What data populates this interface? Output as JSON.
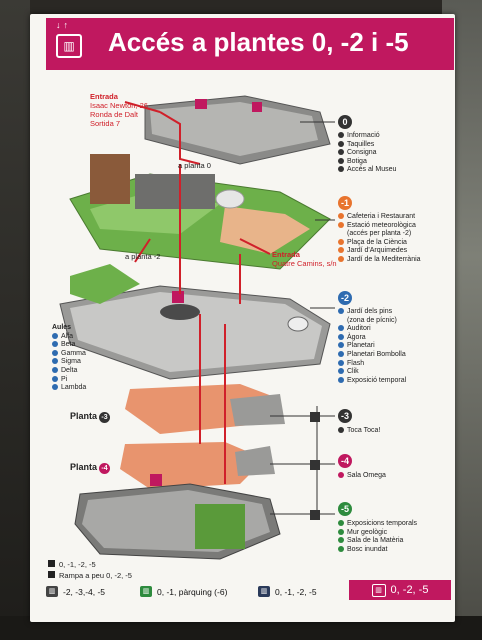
{
  "header": {
    "title": "Accés a plantes 0, -2 i -5",
    "top_icons": "↓↑",
    "lift_icon": "elevator-icon"
  },
  "map_labels": {
    "entrada_top_title": "Entrada",
    "entrada_top_address": [
      "Isaac Newton, 26",
      "Ronda de Dalt",
      "Sortida 7"
    ],
    "a_planta_0": "a planta 0",
    "a_planta_minus2": "a planta -2",
    "entrada_bottom_title": "Entrada",
    "entrada_bottom_address": "Quatre Camins, s/n",
    "aules_title": "Aules",
    "aules": [
      "Alfa",
      "Beta",
      "Gamma",
      "Sigma",
      "Delta",
      "Pi",
      "Lambda"
    ],
    "planta_minus3": "Planta",
    "planta_minus3_num": "-3",
    "planta_minus4": "Planta",
    "planta_minus4_num": "-4"
  },
  "levels": [
    {
      "badge": "0",
      "color": "#333333",
      "items": [
        "Informació",
        "Taquilles",
        "Consigna",
        "Botiga",
        "Accés al Museu"
      ]
    },
    {
      "badge": "-1",
      "color": "#e8742e",
      "items": [
        "Cafeteria i Restaurant",
        "Estació meteorològica",
        "(accés per planta -2)",
        "Plaça de la Ciència",
        "Jardí d'Arquimedes",
        "Jardí de la Mediterrània"
      ]
    },
    {
      "badge": "-2",
      "color": "#2e6bb0",
      "items": [
        "Jardí dels pins",
        "(zona de pícnic)",
        "Auditori",
        "Àgora",
        "Planetari",
        "Planetari Bombolla",
        "Flash",
        "Clik",
        "Exposició temporal"
      ]
    },
    {
      "badge": "-3",
      "color": "#333333",
      "items": [
        "Toca Toca!"
      ]
    },
    {
      "badge": "-4",
      "color": "#c0185f",
      "items": [
        "Sala Omega"
      ]
    },
    {
      "badge": "-5",
      "color": "#2e8b3e",
      "items": [
        "Exposicions temporals",
        "Mur geològic",
        "Sala de la Matèria",
        "Bosc inundat"
      ]
    }
  ],
  "footer": {
    "note1": "0, -1, -2, -5",
    "note2": "Rampa a peu 0, -2, -5",
    "lift1": "-2, -3,-4, -5",
    "lift2": "0, -1, pàrquing (-6)",
    "lift3": "0, -1, -2, -5",
    "lift4": "0, -2, -5"
  },
  "colors": {
    "brand": "#c0185f",
    "orange": "#e8742e",
    "blue": "#2e6bb0",
    "green": "#2e8b3e",
    "route": "#d0202a"
  }
}
